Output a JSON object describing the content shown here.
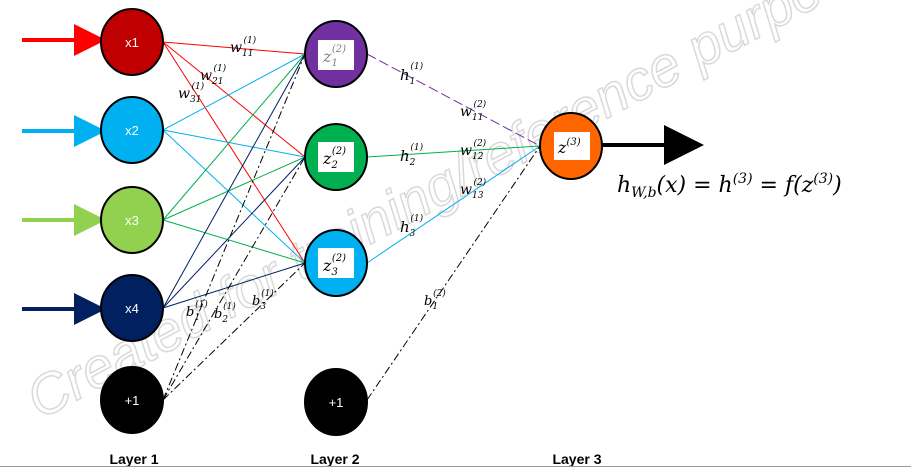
{
  "layer_labels": [
    "Layer 1",
    "Layer 2",
    "Layer 3"
  ],
  "input_nodes": [
    {
      "label": "x1",
      "color": "#c00000"
    },
    {
      "label": "x2",
      "color": "#00b0f0"
    },
    {
      "label": "x3",
      "color": "#92d050"
    },
    {
      "label": "x4",
      "color": "#002060"
    },
    {
      "label": "+1",
      "color": "#000000"
    }
  ],
  "hidden_nodes": [
    {
      "base": "z",
      "sub": "1",
      "sup": "(2)",
      "color": "#7030a0"
    },
    {
      "base": "z",
      "sub": "2",
      "sup": "(2)",
      "color": "#00b050"
    },
    {
      "base": "z",
      "sub": "3",
      "sup": "(2)",
      "color": "#00b0f0"
    }
  ],
  "hidden_bias": {
    "label": "+1",
    "color": "#000000"
  },
  "output_node": {
    "base": "z",
    "sup": "(3)",
    "color": "#ff6600"
  },
  "edge_labels_layer1": [
    {
      "base": "w",
      "sub": "11",
      "sup": "(1)"
    },
    {
      "base": "w",
      "sub": "21",
      "sup": "(1)"
    },
    {
      "base": "w",
      "sub": "31",
      "sup": "(1)"
    }
  ],
  "bias_labels_layer1": [
    {
      "base": "b",
      "sub": "1",
      "sup": "(1)"
    },
    {
      "base": "b",
      "sub": "2",
      "sup": "(1)"
    },
    {
      "base": "b",
      "sub": "3",
      "sup": "(1)"
    }
  ],
  "activation_labels": [
    {
      "base": "h",
      "sub": "1",
      "sup": "(1)"
    },
    {
      "base": "h",
      "sub": "2",
      "sup": "(1)"
    },
    {
      "base": "h",
      "sub": "3",
      "sup": "(1)"
    }
  ],
  "edge_labels_layer2": [
    {
      "base": "w",
      "sub": "11",
      "sup": "(2)"
    },
    {
      "base": "w",
      "sub": "12",
      "sup": "(2)"
    },
    {
      "base": "w",
      "sub": "13",
      "sup": "(2)"
    }
  ],
  "bias_label_layer2": {
    "base": "b",
    "sub": "1",
    "sup": "(2)"
  },
  "formula": {
    "h": "h",
    "sub": "W,b",
    "x_part": "(x) = h",
    "sup1": "(3)",
    "mid": " = f(z",
    "sup2": "(3)",
    "end": ")"
  },
  "watermark": "Created for training/reference purposes"
}
